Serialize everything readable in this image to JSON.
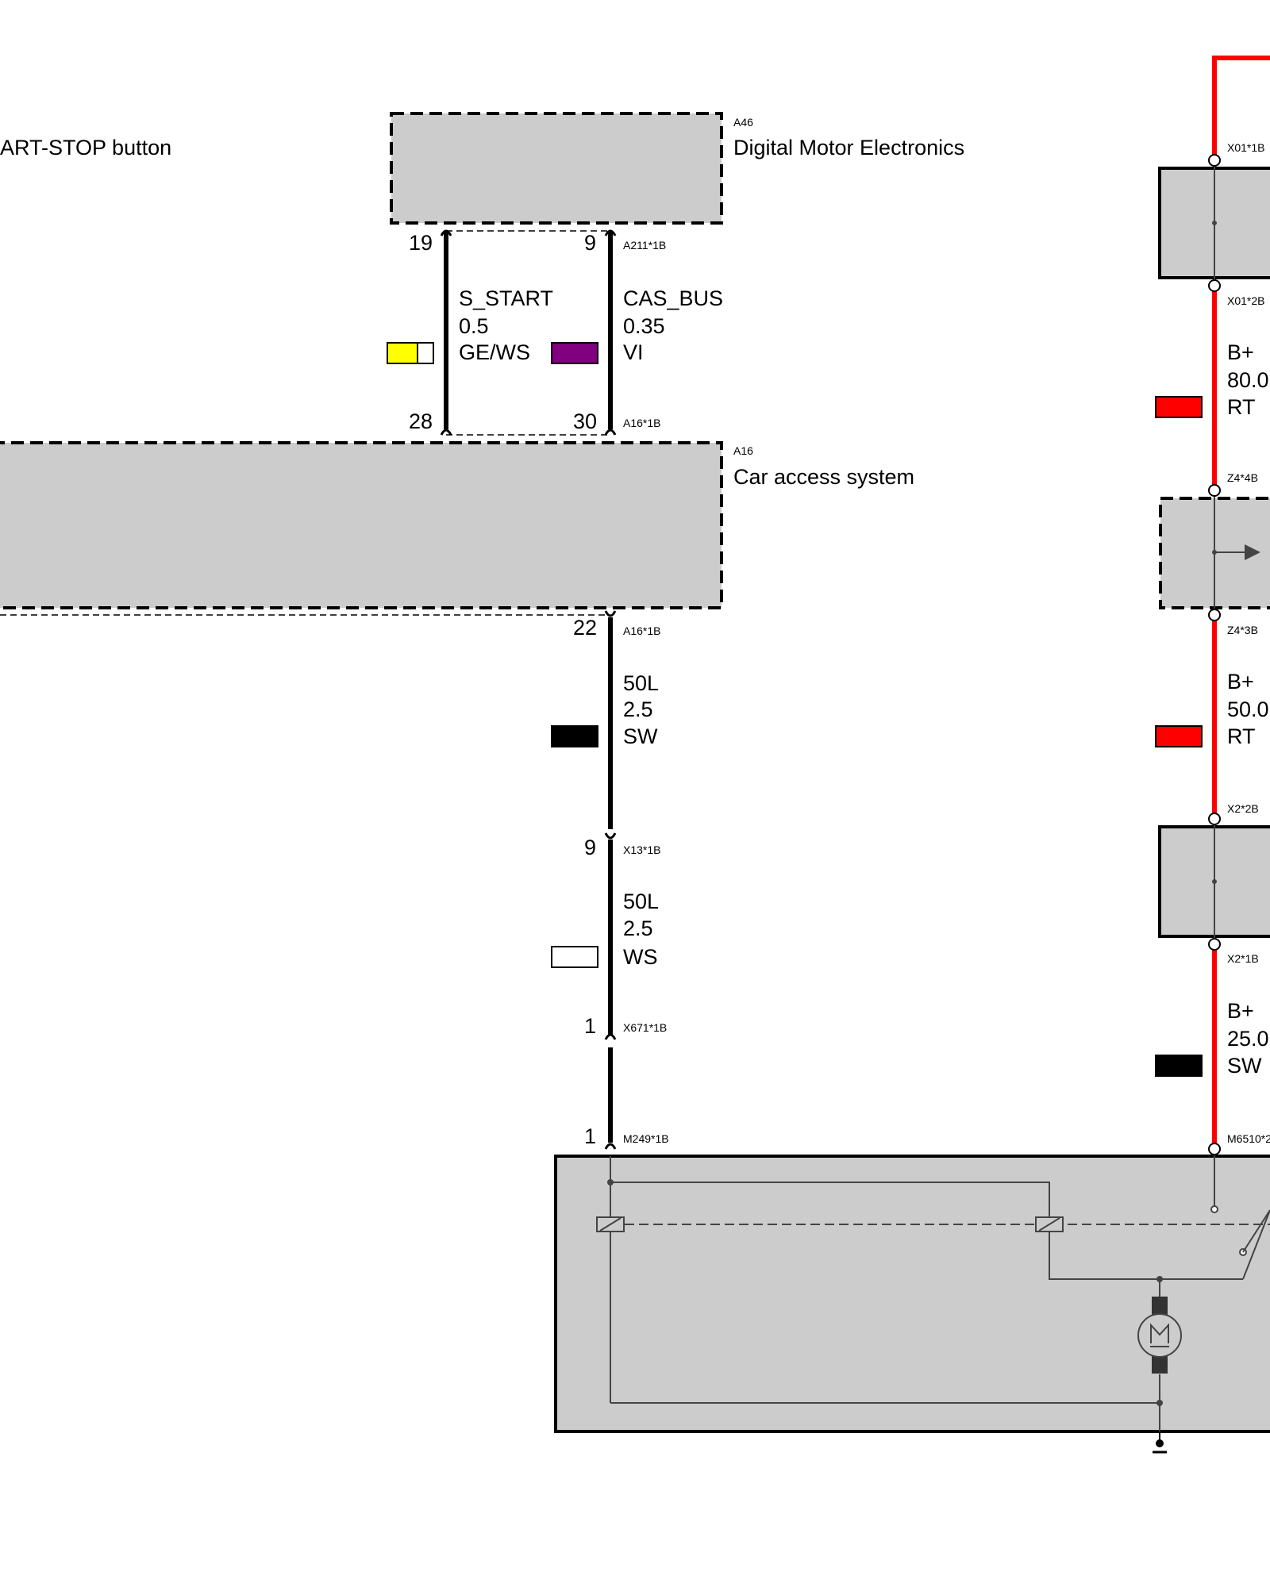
{
  "components": {
    "start_stop": {
      "title": "ART-STOP button"
    },
    "dme": {
      "id": "A46",
      "title": "Digital Motor Electronics"
    },
    "cas": {
      "id": "A16",
      "title": "Car access system"
    }
  },
  "wires": {
    "s_start": {
      "signal": "S_START",
      "gauge": "0.5",
      "color_code": "GE/WS",
      "color": "#ffff00",
      "stripe": "#ffffff"
    },
    "cas_bus": {
      "signal": "CAS_BUS",
      "gauge": "0.35",
      "color_code": "VI",
      "color": "#800080"
    },
    "w50l_a": {
      "signal": "50L",
      "gauge": "2.5",
      "color_code": "SW",
      "color": "#000000"
    },
    "w50l_b": {
      "signal": "50L",
      "gauge": "2.5",
      "color_code": "WS",
      "color": "#ffffff"
    },
    "bplus_1": {
      "signal": "B+",
      "gauge": "80.0",
      "color_code": "RT",
      "color": "#ff0000"
    },
    "bplus_2": {
      "signal": "B+",
      "gauge": "50.0",
      "color_code": "RT",
      "color": "#ff0000"
    },
    "bplus_3": {
      "signal": "B+",
      "gauge": "25.0",
      "color_code": "SW",
      "color": "#000000"
    }
  },
  "pins": {
    "p19": "19",
    "p9_top": "9",
    "p28": "28",
    "p30": "30",
    "p22": "22",
    "p9_x13": "9",
    "p1_x671": "1",
    "p1_m249": "1"
  },
  "connectors": {
    "a211_1b": "A211*1B",
    "a16_1b_top": "A16*1B",
    "a16_1b_bottom": "A16*1B",
    "x13_1b": "X13*1B",
    "x671_1b": "X671*1B",
    "m249_1b": "M249*1B",
    "x01_1b": "X01*1B",
    "x01_2b": "X01*2B",
    "z4_4b": "Z4*4B",
    "z4_3b": "Z4*3B",
    "x2_2b": "X2*2B",
    "x2_1b": "X2*1B",
    "m6510": "M6510*2"
  },
  "icons": {
    "motor": "motor-icon",
    "relay": "relay-coil-icon",
    "ground": "ground-icon"
  },
  "colors": {
    "power_wire": "#ff0000",
    "box_fill": "#cccccc"
  }
}
